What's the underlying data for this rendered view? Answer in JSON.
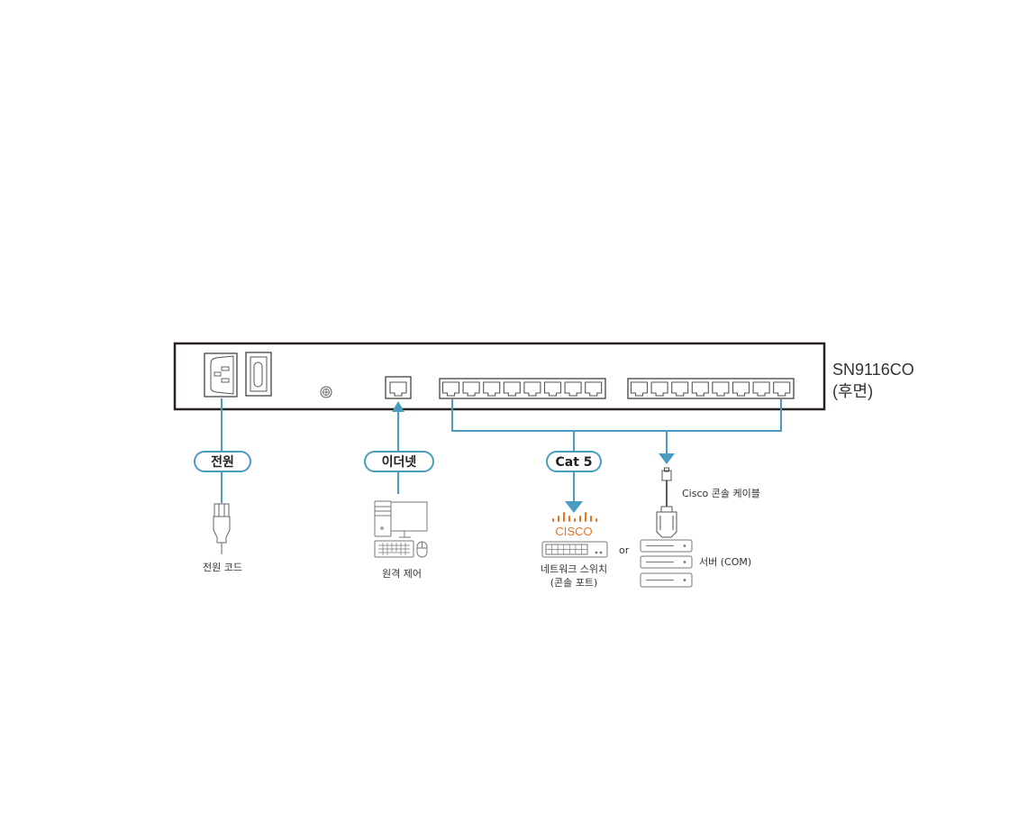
{
  "device": {
    "model": "SN9116CO",
    "view": "(후면)"
  },
  "connections": {
    "power": {
      "pill": "전원",
      "device_label": "전원 코드"
    },
    "ethernet": {
      "pill": "이더넷",
      "device_label": "원격 제어"
    },
    "serial": {
      "pill": "Cat 5",
      "cisco_logo": "CISCO",
      "switch_label_line1": "네트워크 스위치",
      "switch_label_line2": "(콘솔 포트)",
      "or_text": "or",
      "cable_label": "Cisco 콘솔 케이블",
      "server_label": "서버 (COM)"
    }
  },
  "colors": {
    "accent": "#4a9cc0",
    "outline": "#2a2220",
    "cisco": "#e8731f",
    "icon_gray": "#777777"
  }
}
